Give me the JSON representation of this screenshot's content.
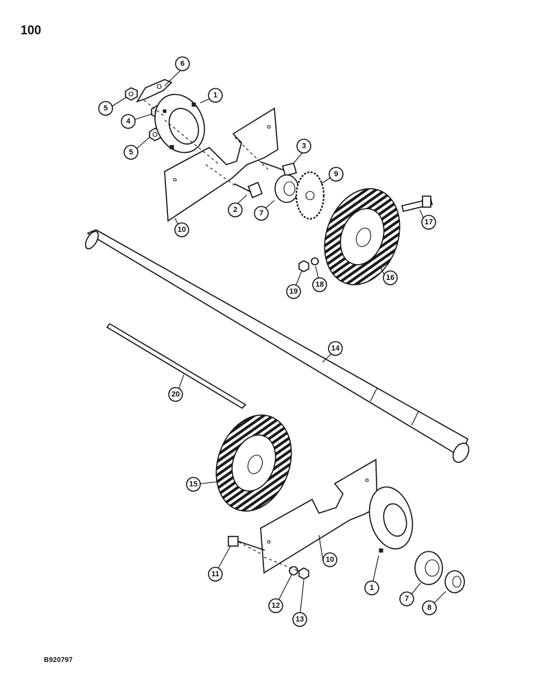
{
  "page": {
    "number": "100",
    "figure_code": "B920797"
  },
  "callouts": {
    "c6": "6",
    "c5a": "5",
    "c4": "4",
    "c5b": "5",
    "c1a": "1",
    "c3": "3",
    "c9": "9",
    "c2": "2",
    "c7a": "7",
    "c10a": "10",
    "c17": "17",
    "c16": "16",
    "c19": "19",
    "c18": "18",
    "c14": "14",
    "c20": "20",
    "c15": "15",
    "c10b": "10",
    "c11": "11",
    "c12": "12",
    "c13": "13",
    "c1b": "1",
    "c7b": "7",
    "c8": "8"
  }
}
